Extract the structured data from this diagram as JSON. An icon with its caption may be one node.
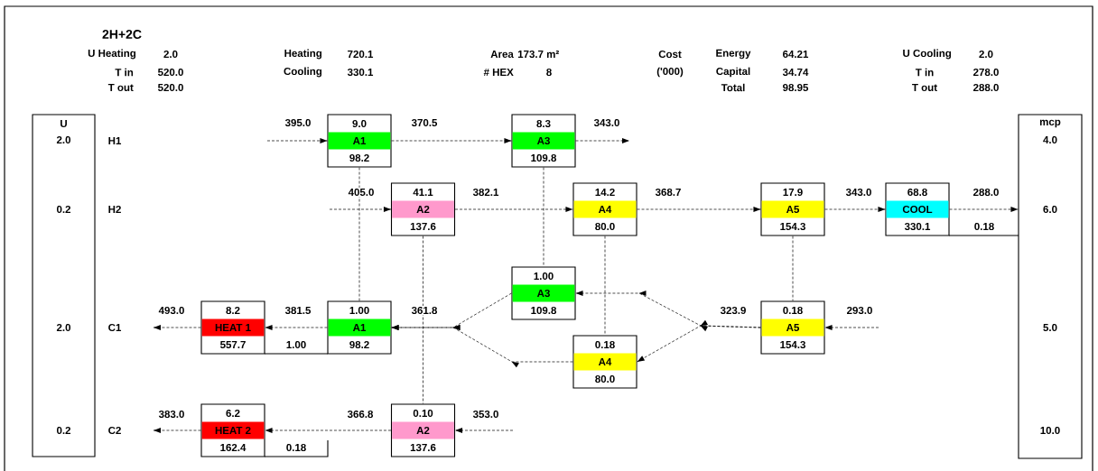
{
  "diagram": {
    "title": "2H+2C",
    "nodes": [
      {
        "text": [
          "U",
          "2.0",
          "0.2",
          "2.0",
          "0.2"
        ]
      },
      {
        "text": [
          "9.0",
          "A1",
          "98.2"
        ]
      },
      {
        "text": [
          "8.3",
          "A3",
          "109.8"
        ]
      },
      {
        "text": [
          "mcp",
          "4.0",
          "6.0",
          "5.0",
          "10.0"
        ]
      },
      {
        "text": [
          "41.1",
          "A2",
          "137.6"
        ]
      },
      {
        "text": [
          "14.2",
          "A4",
          "80.0"
        ]
      },
      {
        "text": [
          "17.9",
          "A5",
          "154.3"
        ]
      },
      {
        "text": [
          "68.8",
          "COOL",
          "330.1"
        ],
        "beside": [
          "0.18"
        ]
      },
      {
        "text": [
          "1.00",
          "A3",
          "109.8"
        ]
      },
      {
        "text": [
          "8.2",
          "HEAT 1",
          "557.7"
        ],
        "beside": [
          "1.00"
        ]
      },
      {
        "text": [
          "1.00",
          "A1",
          "98.2"
        ]
      },
      {
        "text": [
          "0.18",
          "A5",
          "154.3"
        ]
      },
      {
        "text": [
          "0.18",
          "A4",
          "80.0"
        ]
      },
      {
        "text": [
          "6.2",
          "HEAT 2",
          "162.4"
        ],
        "beside": [
          "0.18"
        ]
      },
      {
        "text": [
          "0.10",
          "A2",
          "137.6"
        ]
      }
    ],
    "edges": [
      {
        "from": null,
        "to": 1,
        "arrow": "to",
        "label": "395.0"
      },
      {
        "from": 1,
        "to": 2,
        "arrow": "to",
        "label": "370.5"
      },
      {
        "from": 2,
        "to": null,
        "arrow": "to",
        "label": "343.0"
      },
      {
        "from": null,
        "to": 4,
        "arrow": "to",
        "label": "405.0"
      },
      {
        "from": 4,
        "to": 5,
        "arrow": "to",
        "label": "382.1"
      },
      {
        "from": 5,
        "to": 6,
        "arrow": "to",
        "label": "368.7"
      },
      {
        "from": 6,
        "to": 7,
        "arrow": "to",
        "label": "343.0"
      },
      {
        "from": 7,
        "to": 3,
        "arrow": "to",
        "label": "288.0"
      },
      {
        "from": null,
        "to": 11,
        "arrow": "to",
        "label": "293.0"
      },
      {
        "from": 11,
        "to": 8,
        "arrow": "to",
        "label": "323.9"
      },
      {
        "from": 11,
        "to": 12,
        "arrow": "to"
      },
      {
        "from": 8,
        "to": 10,
        "arrow": "to",
        "label": "361.8"
      },
      {
        "from": 12,
        "to": 10,
        "arrow": "to"
      },
      {
        "from": 10,
        "to": 9,
        "arrow": "to",
        "label": "381.5"
      },
      {
        "from": 9,
        "to": null,
        "arrow": "to",
        "label": "493.0"
      },
      {
        "from": null,
        "to": 14,
        "arrow": "to",
        "label": "353.0"
      },
      {
        "from": 14,
        "to": 13,
        "arrow": "to",
        "label": "366.8"
      },
      {
        "from": 13,
        "to": null,
        "arrow": "to",
        "label": "383.0"
      },
      {
        "from": 1,
        "to": 10,
        "arrow": "none"
      },
      {
        "from": 4,
        "to": 14,
        "arrow": "none"
      },
      {
        "from": 2,
        "to": 8,
        "arrow": "none"
      },
      {
        "from": 5,
        "to": 12,
        "arrow": "none"
      },
      {
        "from": 6,
        "to": 11,
        "arrow": "none"
      }
    ],
    "labels": [
      "U Heating",
      "2.0",
      "Heating",
      "720.1",
      "Area",
      "173.7 m²",
      "Cost",
      "Energy",
      "64.21",
      "U Cooling",
      "2.0",
      "T in",
      "520.0",
      "Cooling",
      "330.1",
      "# HEX",
      "8",
      "('000)",
      "Capital",
      "34.74",
      "T in",
      "278.0",
      "T out",
      "520.0",
      "Total",
      "98.95",
      "T out",
      "288.0",
      "H1",
      "H2",
      "C1",
      "C2"
    ]
  }
}
